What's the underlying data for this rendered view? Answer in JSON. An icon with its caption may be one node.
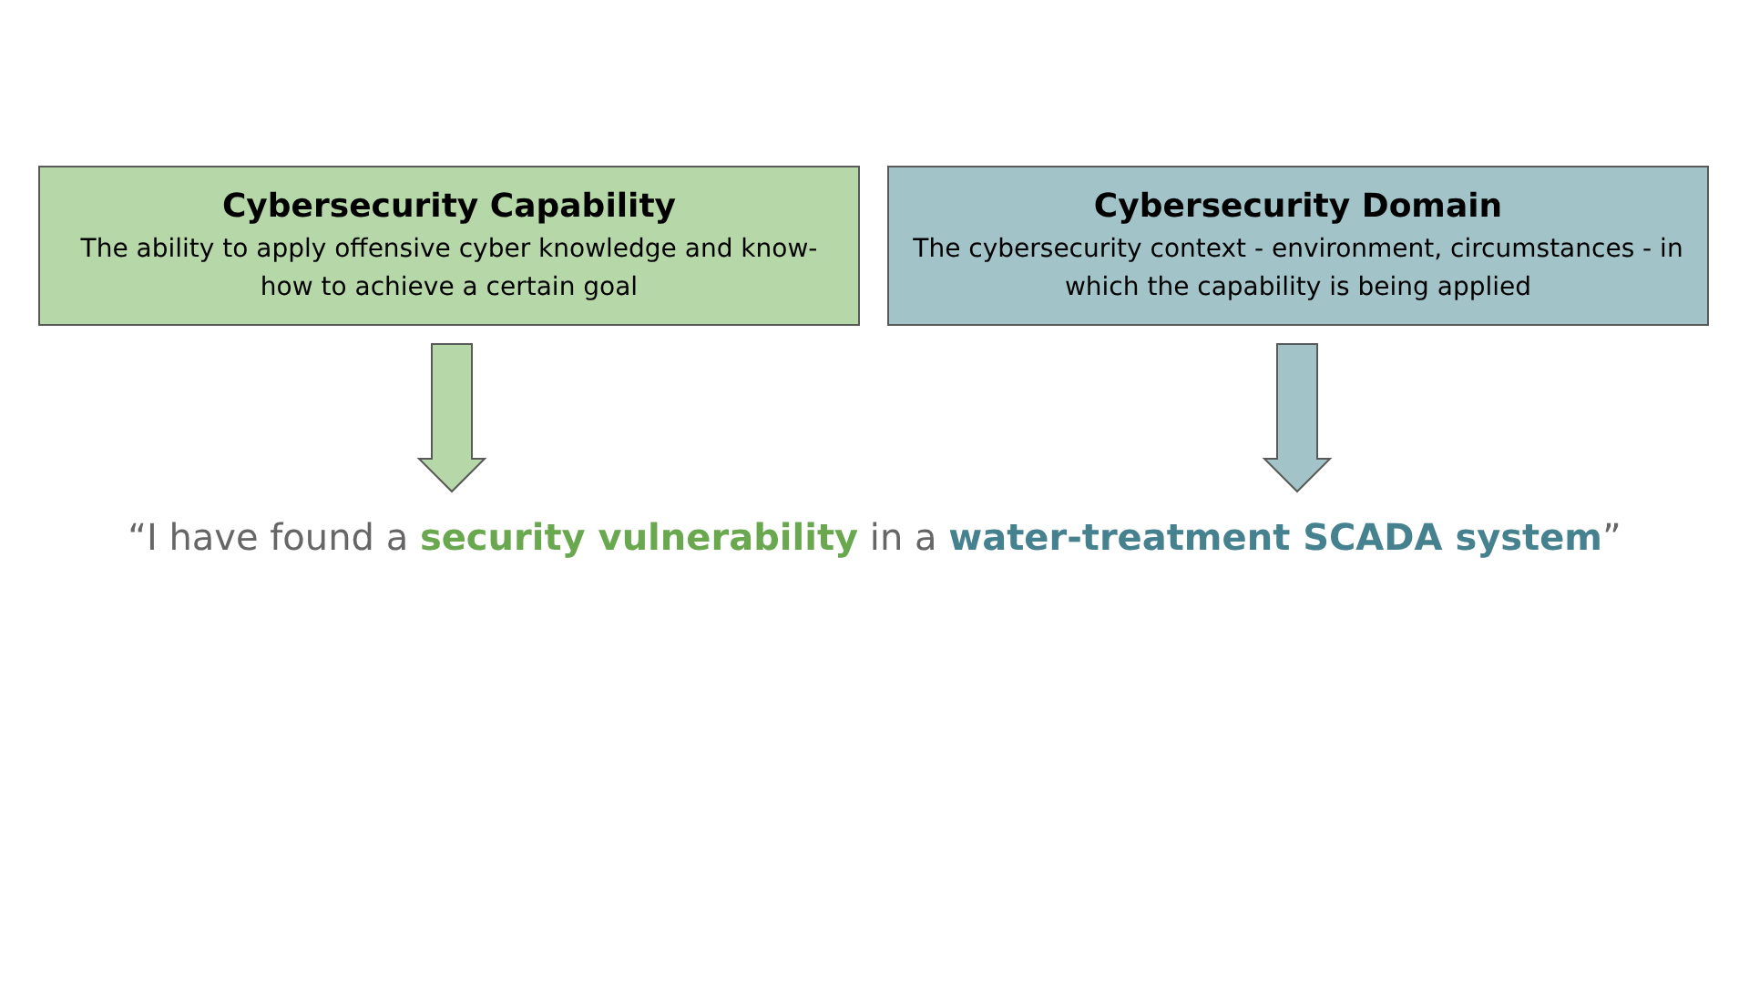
{
  "diagram": {
    "nodes": [
      {
        "text": [
          "Cybersecurity Capability",
          "The ability to apply offensive cyber knowledge and know-how to achieve a certain goal"
        ]
      },
      {
        "text": [
          "Cybersecurity Domain",
          "The cybersecurity context - environment, circumstances - in which the capability is being applied"
        ]
      },
      {
        "text": [
          "“I have found a **security vulnerability** in a **water-treatment SCADA system**”"
        ]
      }
    ],
    "edges": [
      {
        "from": 0,
        "to": 2,
        "arrow": "to",
        "style": "thick",
        "color": "#b6d7a8"
      },
      {
        "from": 1,
        "to": 2,
        "arrow": "to",
        "style": "thick",
        "color": "#a2c4c9"
      }
    ]
  }
}
